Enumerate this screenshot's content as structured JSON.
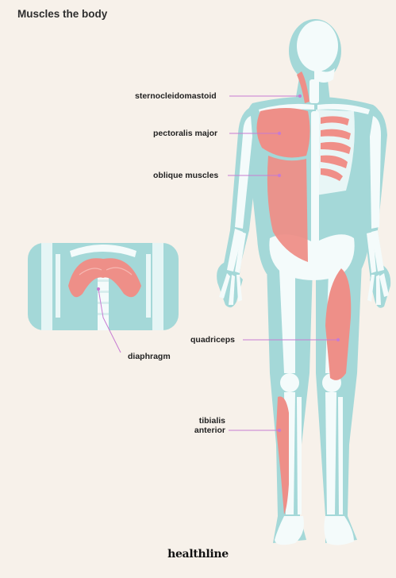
{
  "title": "Muscles the body",
  "labels": {
    "sternocleidomastoid": "sternocleidomastoid",
    "pectoralis_major": "pectoralis major",
    "oblique_muscles": "oblique muscles",
    "diaphragm": "diaphragm",
    "quadriceps": "quadriceps",
    "tibialis_line1": "tibialis",
    "tibialis_line2": "anterior"
  },
  "brand": "healthline",
  "colors": {
    "background": "#f7f1ea",
    "body": "#9fd7d7",
    "bone": "#f4fbfb",
    "muscle": "#ee8f88",
    "leader_line": "#c77bd2"
  }
}
